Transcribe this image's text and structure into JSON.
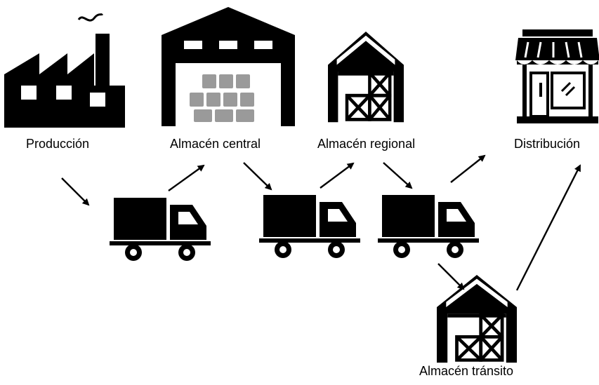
{
  "nodes": {
    "produccion": {
      "label": "Producción",
      "icon": "factory-icon"
    },
    "almacen_central": {
      "label": "Almacén central",
      "icon": "central-warehouse-icon"
    },
    "almacen_regional": {
      "label": "Almacén regional",
      "icon": "regional-warehouse-icon"
    },
    "distribucion": {
      "label": "Distribución",
      "icon": "store-icon"
    },
    "almacen_transito": {
      "label": "Almacén tránsito",
      "icon": "transit-warehouse-icon"
    }
  },
  "transports": [
    {
      "icon": "truck-icon"
    },
    {
      "icon": "truck-icon"
    },
    {
      "icon": "truck-icon"
    }
  ],
  "colors": {
    "ink": "#000000",
    "box_gray": "#9a9a9a",
    "background": "#ffffff"
  }
}
